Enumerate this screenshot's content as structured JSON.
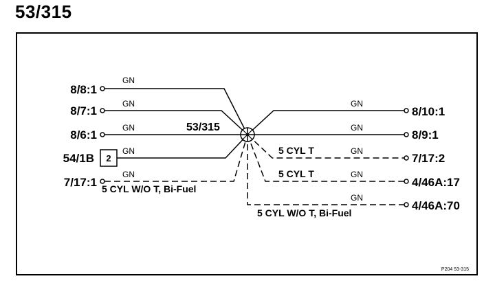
{
  "diagram": {
    "title": "53/315",
    "splice_label": "53/315",
    "footer_code": "P204  53-315",
    "left_connectors": [
      {
        "label": "8/8:1",
        "wire_color": "GN"
      },
      {
        "label": "8/7:1",
        "wire_color": "GN"
      },
      {
        "label": "8/6:1",
        "wire_color": "GN"
      },
      {
        "label": "54/1B",
        "wire_color": "GN",
        "pin": "2"
      },
      {
        "label": "7/17:1",
        "wire_color": "GN",
        "note": "5 CYL W/O T, Bi-Fuel"
      }
    ],
    "right_connectors": [
      {
        "label": "8/10:1",
        "wire_color": "GN"
      },
      {
        "label": "8/9:1",
        "wire_color": "GN"
      },
      {
        "label": "7/17:2",
        "wire_color": "GN",
        "note": "5 CYL T"
      },
      {
        "label": "4/46A:17",
        "wire_color": "GN",
        "note": "5 CYL T"
      },
      {
        "label": "4/46A:70",
        "wire_color": "GN",
        "note": "5 CYL W/O T, Bi-Fuel"
      }
    ]
  }
}
